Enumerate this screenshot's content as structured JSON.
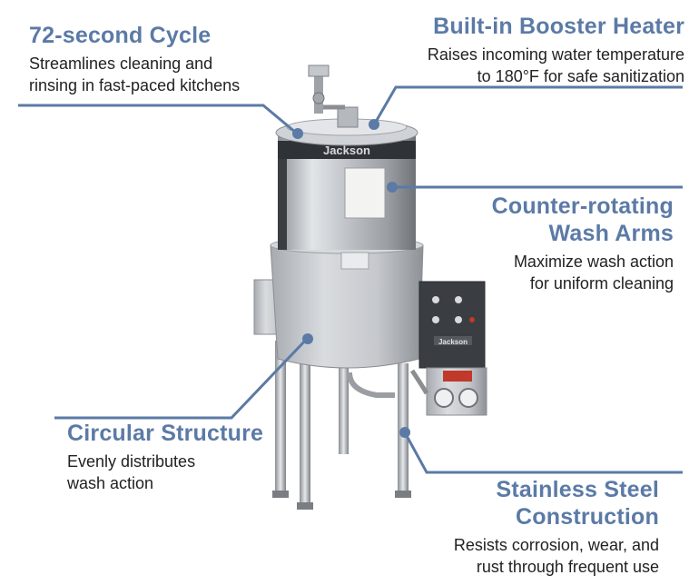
{
  "features": [
    {
      "id": "cycle",
      "title": "72-second Cycle",
      "desc_lines": [
        "Streamlines cleaning and",
        "rinsing in fast-paced kitchens"
      ]
    },
    {
      "id": "booster",
      "title": "Built-in Booster Heater",
      "desc_lines": [
        "Raises incoming water temperature",
        "to 180°F for safe sanitization"
      ]
    },
    {
      "id": "arms",
      "title_lines": [
        "Counter-rotating",
        "Wash Arms"
      ],
      "desc_lines": [
        "Maximize wash action",
        "for uniform cleaning"
      ]
    },
    {
      "id": "circular",
      "title": "Circular Structure",
      "desc_lines": [
        "Evenly distributes",
        "wash action"
      ]
    },
    {
      "id": "steel",
      "title_lines": [
        "Stainless Steel",
        "Construction"
      ],
      "desc_lines": [
        "Resists corrosion, wear, and",
        "rust through frequent use"
      ]
    }
  ],
  "brand": "Jackson",
  "colors": {
    "accent": "#5b7aa6",
    "text": "#222222",
    "steel": "#c8cbcf",
    "panel": "#3a3d42"
  }
}
